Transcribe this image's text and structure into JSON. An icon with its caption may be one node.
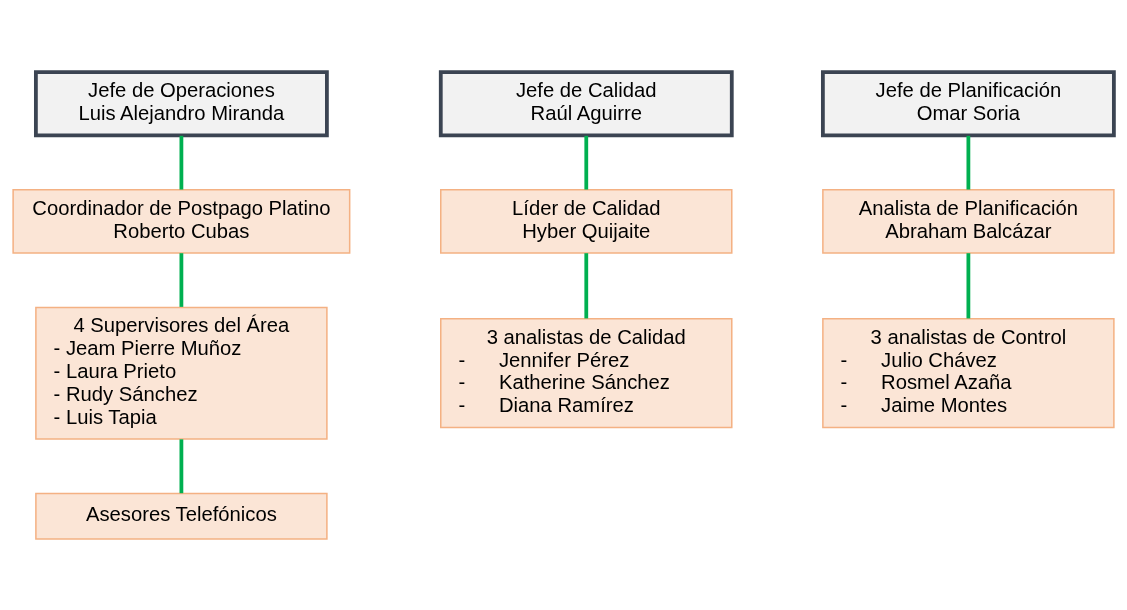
{
  "diagram": {
    "nodes": [
      {
        "text": [
          "Jefe de Operaciones",
          "Luis Alejandro Miranda"
        ]
      },
      {
        "text": [
          "Coordinador de Postpago Platino",
          "Roberto Cubas"
        ]
      },
      {
        "text": [
          "4 Supervisores del Área",
          "- Jeam Pierre Muñoz",
          "- Laura Prieto",
          "- Rudy Sánchez",
          "- Luis Tapia"
        ]
      },
      {
        "text": [
          "Asesores Telefónicos"
        ]
      },
      {
        "text": [
          "Jefe de Calidad",
          "Raúl Aguirre"
        ]
      },
      {
        "text": [
          "Líder de Calidad",
          "Hyber Quijaite"
        ]
      },
      {
        "text": [
          "3 analistas de Calidad",
          "-      Jennifer Pérez",
          "-      Katherine Sánchez",
          "-      Diana Ramírez"
        ]
      },
      {
        "text": [
          "Jefe de Planificación",
          "Omar Soria"
        ]
      },
      {
        "text": [
          "Analista de Planificación",
          "Abraham Balcázar"
        ]
      },
      {
        "text": [
          "3 analistas de Control",
          "-      Julio Chávez",
          "-      Rosmel Azaña",
          "-      Jaime Montes"
        ]
      }
    ],
    "edges": [
      {
        "from": 0,
        "to": 1,
        "arrow": "none"
      },
      {
        "from": 1,
        "to": 2,
        "arrow": "none"
      },
      {
        "from": 2,
        "to": 3,
        "arrow": "none"
      },
      {
        "from": 4,
        "to": 5,
        "arrow": "none"
      },
      {
        "from": 5,
        "to": 6,
        "arrow": "none"
      },
      {
        "from": 7,
        "to": 8,
        "arrow": "none"
      },
      {
        "from": 8,
        "to": 9,
        "arrow": "none"
      }
    ]
  }
}
